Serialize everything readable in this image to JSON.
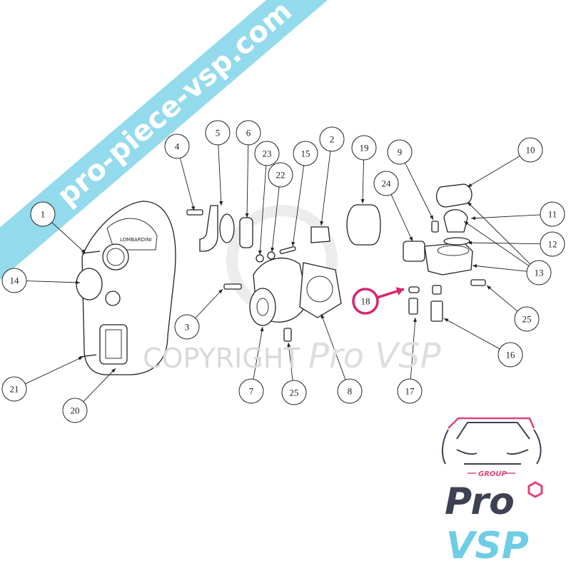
{
  "diagram": {
    "callouts": [
      "1",
      "14",
      "21",
      "20",
      "4",
      "5",
      "6",
      "23",
      "22",
      "15",
      "2",
      "19",
      "24",
      "9",
      "10",
      "11",
      "12",
      "13",
      "25",
      "16",
      "17",
      "18",
      "3",
      "7",
      "25",
      "8"
    ],
    "highlighted_callout": "18",
    "highlight_color": "#d6266f",
    "part_label": "LOMBARDINI"
  },
  "watermarks": {
    "banner_text": "pro-piece-vsp.com",
    "banner_color": "#93dbec",
    "copyright_text": "COPYRIGHT",
    "copyright_brand": "Pro VSP"
  },
  "logo": {
    "group": "GROUP",
    "pro": "Pro",
    "vsp": "VSP",
    "colors": {
      "dark": "#3d4153",
      "pink": "#e0427a",
      "blue": "#6ecde6"
    }
  }
}
